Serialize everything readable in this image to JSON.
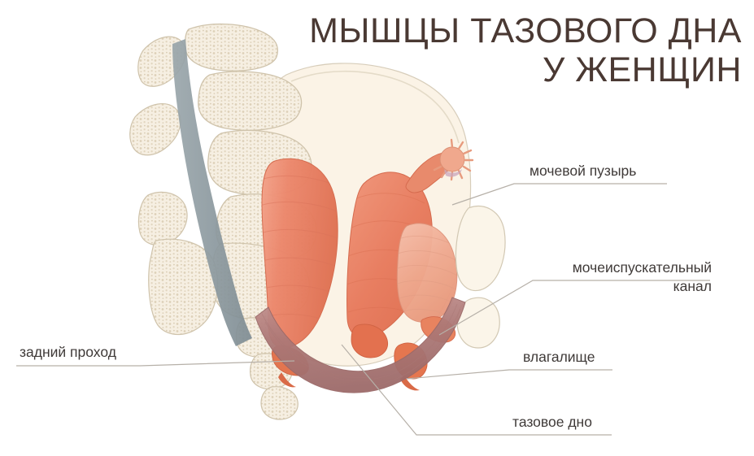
{
  "title": {
    "line1": "МЫШЦЫ ТАЗОВОГО ДНА",
    "line2": "У ЖЕНЩИН",
    "color": "#4a3933"
  },
  "labels": {
    "bladder": "мочевой пузырь",
    "urethra_line1": "мочеиспускательный",
    "urethra_line2": "канал",
    "vagina": "влагалище",
    "pelvic_floor": "тазовое дно",
    "anus": "задний проход",
    "color": "#3f3a38"
  },
  "colors": {
    "background": "#ffffff",
    "bone": "#f6efe2",
    "bone_edge": "#cfc3ab",
    "bone_speckle": "#ddd0b8",
    "spinal_canal": "#8d9aa0",
    "rectum": "#ea7f63",
    "uterus": "#e8795d",
    "bladder": "#efa68c",
    "pelvic_floor": "#b07c7b",
    "soft_tissue": "#fbf3e6",
    "outline": "#cfc6b4",
    "leader": "#b6b0a8"
  },
  "illustration": {
    "name": "female-pelvic-floor-sagittal-section",
    "structures": [
      "sacrum",
      "coccyx",
      "lumbar-vertebrae",
      "spinal-canal",
      "rectum",
      "uterus",
      "fallopian-tube",
      "fimbriae",
      "urinary-bladder",
      "urethra",
      "vagina",
      "pubic-bone",
      "pelvic-floor-muscle",
      "anus"
    ]
  }
}
